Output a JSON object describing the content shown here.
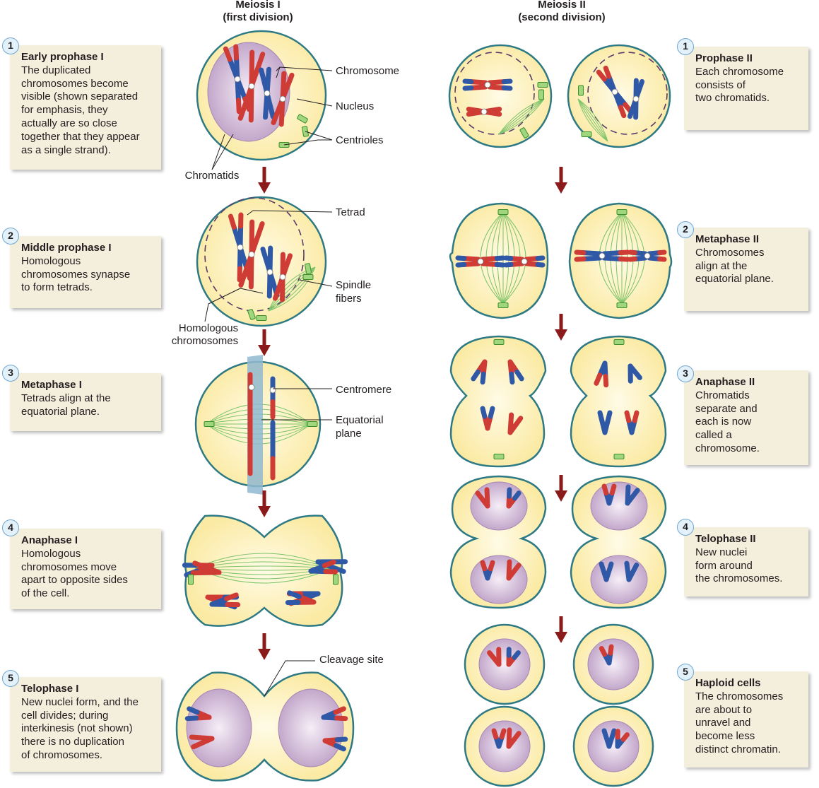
{
  "headers": {
    "meiosis1": {
      "title": "Meiosis I",
      "subtitle": "(first division)"
    },
    "meiosis2": {
      "title": "Meiosis II",
      "subtitle": "(second division)"
    }
  },
  "meiosis1_stages": [
    {
      "number": "1",
      "title": "Early prophase I",
      "lines": [
        "The duplicated",
        "chromosomes become",
        "visible (shown separated",
        "for emphasis, they",
        "actually are so close",
        "together that they appear",
        "as a single strand)."
      ]
    },
    {
      "number": "2",
      "title": "Middle prophase I",
      "lines": [
        "Homologous",
        "chromosomes synapse",
        "to form tetrads."
      ]
    },
    {
      "number": "3",
      "title": "Metaphase I",
      "lines": [
        "Tetrads align at the",
        "equatorial plane."
      ]
    },
    {
      "number": "4",
      "title": "Anaphase I",
      "lines": [
        "Homologous",
        "chromosomes move",
        "apart to opposite sides",
        "of the cell."
      ]
    },
    {
      "number": "5",
      "title": "Telophase I",
      "lines": [
        "New nuclei form, and the",
        "cell divides; during",
        "interkinesis (not shown)",
        "there is no duplication",
        "of chromosomes."
      ]
    }
  ],
  "meiosis2_stages": [
    {
      "number": "1",
      "title": "Prophase II",
      "lines": [
        "Each chromosome",
        "consists of",
        "two chromatids."
      ]
    },
    {
      "number": "2",
      "title": "Metaphase II",
      "lines": [
        "Chromosomes",
        "align at the",
        "equatorial plane."
      ]
    },
    {
      "number": "3",
      "title": "Anaphase II",
      "lines": [
        "Chromatids",
        "separate and",
        "each is now",
        "called a",
        "chromosome."
      ]
    },
    {
      "number": "4",
      "title": "Telophase II",
      "lines": [
        "New nuclei",
        "form around",
        "the chromosomes."
      ]
    },
    {
      "number": "5",
      "title": "Haploid cells",
      "lines": [
        "The chromosomes",
        "are about to",
        "unravel and",
        "become less",
        "distinct chromatin."
      ]
    }
  ],
  "callouts": {
    "chromosome": "Chromosome",
    "nucleus": "Nucleus",
    "centrioles": "Centrioles",
    "chromatids": "Chromatids",
    "tetrad": "Tetrad",
    "spindle": [
      "Spindle",
      "fibers"
    ],
    "homologous": [
      "Homologous",
      "chromosomes"
    ],
    "centromere": "Centromere",
    "equatorial": [
      "Equatorial",
      "plane"
    ],
    "cleavage": "Cleavage site"
  },
  "colors": {
    "cell_fill": "#fbeaa3",
    "cell_edge": "#2e7a84",
    "nucleus": "#bda0c6",
    "chromosome_red": "#cf3b35",
    "chromosome_blue": "#2f58a6",
    "centriole": "#6cc24a",
    "spindle": "#7cc46a",
    "arrow": "#8b1a1a",
    "box": "#f4eedd",
    "badge": "#e3f1fb"
  }
}
